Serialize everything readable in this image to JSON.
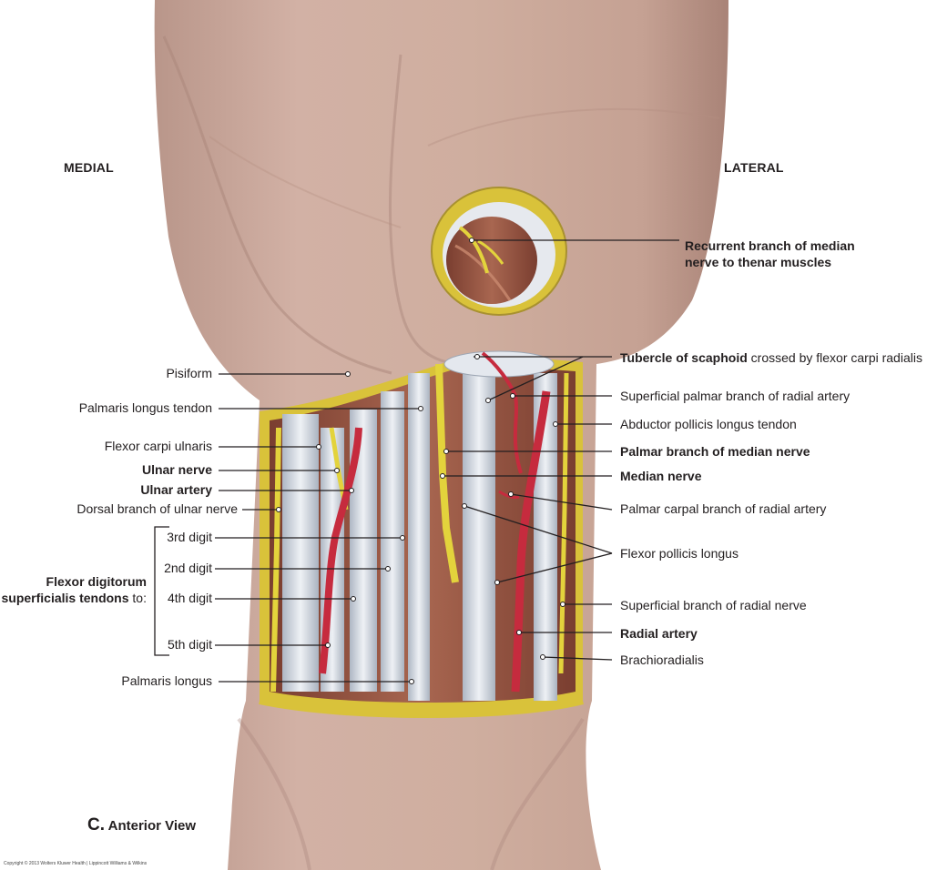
{
  "orientation": {
    "medial": "MEDIAL",
    "lateral": "LATERAL"
  },
  "caption": {
    "letter": "C.",
    "text": "Anterior View"
  },
  "copyright": "Copyright © 2013 Wolters Kluwer Health | Lippincott Williams & Wilkins",
  "thenar_label": {
    "line1": "Recurrent branch of median",
    "line2": "nerve to thenar muscles"
  },
  "tubercle": {
    "bold": "Tubercle of scaphoid",
    "rest": " crossed by flexor carpi radialis"
  },
  "group_label": {
    "line1": "Flexor digitorum",
    "line2": "superficialis tendons",
    "suffix": " to:"
  },
  "left_labels": [
    "Pisiform",
    "Palmaris longus tendon",
    "Flexor carpi ulnaris",
    "Ulnar nerve",
    "Ulnar artery",
    "Dorsal branch of ulnar nerve",
    "3rd digit",
    "2nd digit",
    "4th digit",
    "5th digit",
    "Palmaris longus"
  ],
  "right_labels": [
    "Superficial palmar branch of radial artery",
    "Abductor pollicis longus tendon",
    "Palmar branch of median nerve",
    "Median nerve",
    "Palmar carpal branch of radial artery",
    "Flexor pollicis longus",
    "Superficial branch of radial nerve",
    "Radial artery",
    "Brachioradialis"
  ],
  "colors": {
    "skin": "#c9a79a",
    "skin_shadow": "#a9857a",
    "fat": "#d9c23a",
    "tendon": "#dde3ea",
    "muscle": "#a05a44",
    "artery": "#c62b3e",
    "nerve": "#e3d33c"
  }
}
